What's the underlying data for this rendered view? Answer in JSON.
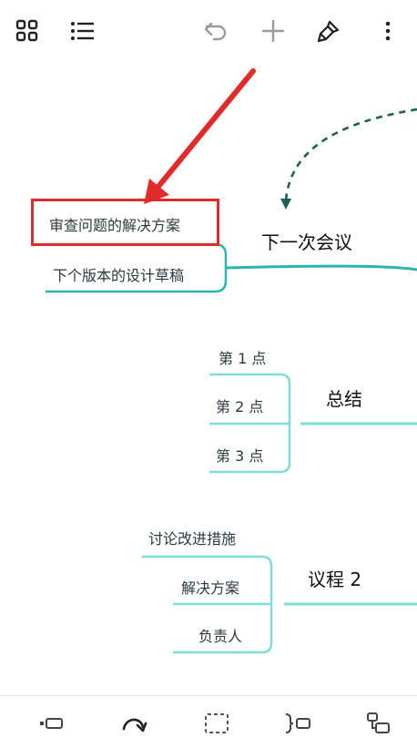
{
  "toolbar": {
    "items": [
      "grid-view",
      "outline-list",
      "undo",
      "add",
      "paint",
      "more"
    ]
  },
  "mindmap": {
    "topic1": {
      "title": "下一次会议",
      "subs": [
        "审查问题的解决方案",
        "下个版本的设计草稿"
      ]
    },
    "topic2": {
      "title": "总结",
      "subs": [
        "第 1 点",
        "第 2 点",
        "第 3 点"
      ]
    },
    "topic3": {
      "title": "议程 2",
      "subs": [
        "讨论改进措施",
        "解决方案",
        "负责人"
      ]
    }
  },
  "colors": {
    "teal": "#2bb5ad",
    "teal_light": "#7fdcd6",
    "dashed": "#1f5f5a",
    "annotation_red": "#e12a2a"
  },
  "bottom_bar": {
    "items": [
      "insert-before",
      "redo-arrow",
      "select-box",
      "summary",
      "insert-child"
    ]
  }
}
